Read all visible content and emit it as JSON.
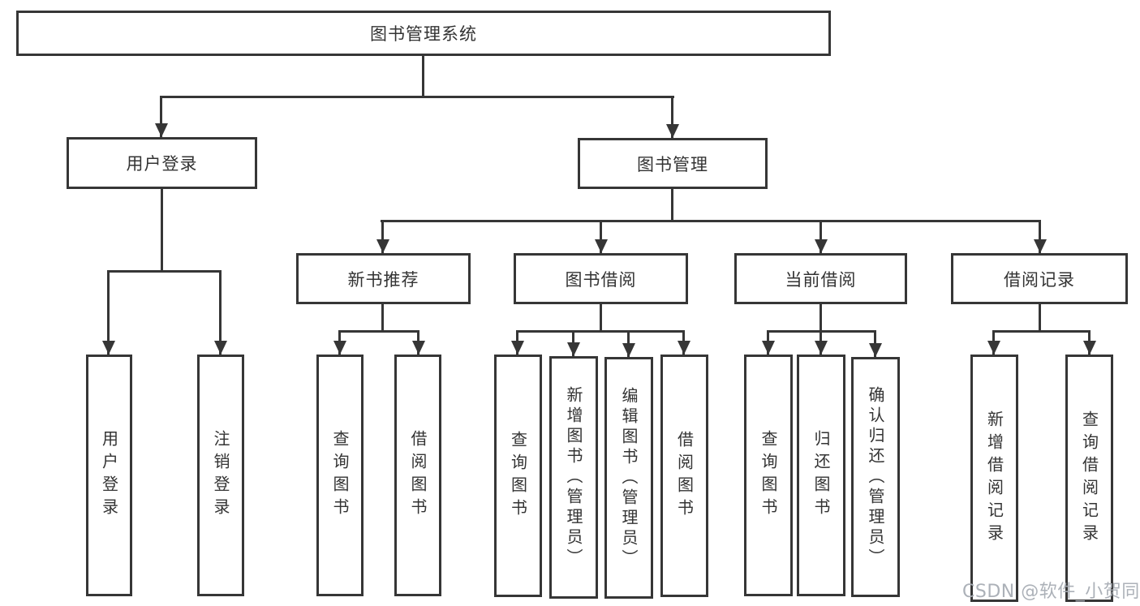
{
  "diagram": {
    "title": "图书管理系统",
    "nodes": {
      "root": "图书管理系统",
      "user_login": "用户登录",
      "book_management": "图书管理",
      "new_book_recommend": "新书推荐",
      "book_borrow": "图书借阅",
      "current_borrow": "当前借阅",
      "borrow_records": "借阅记录",
      "leaf_user_login": "用户登录",
      "leaf_logout": "注销登录",
      "leaf_query_book_a": "查询图书",
      "leaf_borrow_book_a": "借阅图书",
      "leaf_query_book_b": "查询图书",
      "leaf_add_book_admin": "新增图书（管理员）",
      "leaf_edit_book_admin": "编辑图书（管理员）",
      "leaf_borrow_book_b": "借阅图书",
      "leaf_query_book_c": "查询图书",
      "leaf_return_book": "归还图书",
      "leaf_confirm_return_admin": "确认归还（管理员）",
      "leaf_add_borrow_record": "新增借阅记录",
      "leaf_query_borrow_record": "查询借阅记录"
    },
    "hierarchy": [
      {
        "parent": "图书管理系统",
        "children": [
          "用户登录",
          "图书管理"
        ]
      },
      {
        "parent": "用户登录",
        "children": [
          "用户登录",
          "注销登录"
        ]
      },
      {
        "parent": "图书管理",
        "children": [
          "新书推荐",
          "图书借阅",
          "当前借阅",
          "借阅记录"
        ]
      },
      {
        "parent": "新书推荐",
        "children": [
          "查询图书",
          "借阅图书"
        ]
      },
      {
        "parent": "图书借阅",
        "children": [
          "查询图书",
          "新增图书（管理员）",
          "编辑图书（管理员）",
          "借阅图书"
        ]
      },
      {
        "parent": "当前借阅",
        "children": [
          "查询图书",
          "归还图书",
          "确认归还（管理员）"
        ]
      },
      {
        "parent": "借阅记录",
        "children": [
          "新增借阅记录",
          "查询借阅记录"
        ]
      }
    ],
    "colors": {
      "line": "#363636",
      "text": "#333333",
      "background": "#ffffff",
      "watermark": "#a8adb4"
    }
  },
  "watermark": "CSDN @软件_小贺同学"
}
